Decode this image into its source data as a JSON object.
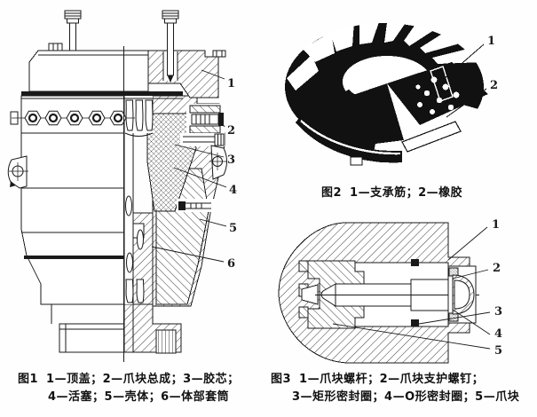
{
  "document": {
    "background": "#fefefe",
    "ink": "#1a1a1a",
    "type_note": "technical line-art figures, black on white"
  },
  "figure1": {
    "part_labels": [
      "1",
      "2",
      "3",
      "4",
      "5",
      "6"
    ],
    "caption": {
      "tag": "图1",
      "line1": "1—顶盖；2—爪块总成；3—胶芯；",
      "line2": "4—活塞；5—壳体；6—体部套筒"
    }
  },
  "figure2": {
    "part_labels": [
      "1",
      "2"
    ],
    "caption": {
      "tag": "图2",
      "line1": "1—支承筋；2—橡胶"
    }
  },
  "figure3": {
    "part_labels": [
      "1",
      "2",
      "3",
      "4",
      "5"
    ],
    "caption": {
      "tag": "图3",
      "line1": "1—爪块螺杆；2—爪块支护螺钉；",
      "line2": "3—矩形密封圈；4—O形密封圈；5—爪块"
    }
  }
}
